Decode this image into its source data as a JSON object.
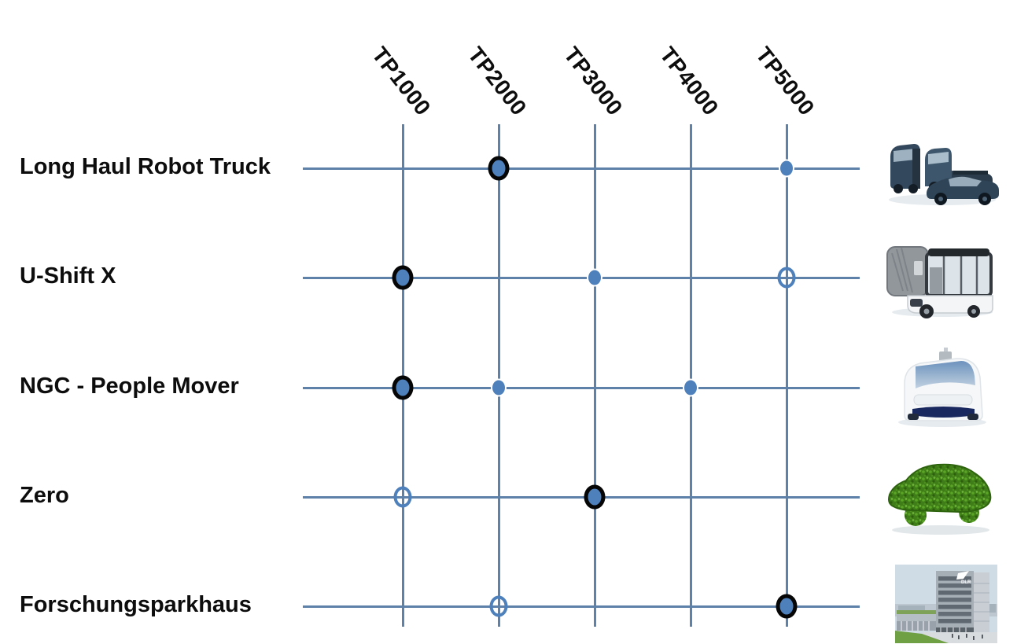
{
  "matrix": {
    "columns": [
      "TP1000",
      "TP2000",
      "TP3000",
      "TP4000",
      "TP5000"
    ],
    "rows": [
      {
        "label": "Long Haul Robot Truck",
        "image": "three-autonomous-truck-concepts",
        "marks": [
          null,
          "ring",
          null,
          null,
          "dot"
        ]
      },
      {
        "label": "U-Shift X",
        "image": "u-shift-modular-vehicle",
        "marks": [
          "ring",
          null,
          "dot",
          null,
          "open"
        ]
      },
      {
        "label": "NGC - People Mover",
        "image": "white-autonomous-people-mover",
        "marks": [
          "ring",
          "dot",
          null,
          "dot",
          null
        ]
      },
      {
        "label": "Zero",
        "image": "green-leaf-covered-car",
        "marks": [
          "open",
          null,
          "ring",
          null,
          null
        ]
      },
      {
        "label": "Forschungsparkhaus",
        "image": "research-parking-garage-rendering",
        "marks": [
          null,
          "open",
          null,
          null,
          "ring"
        ]
      }
    ],
    "mark_legend": {
      "ring": "blue dot with thick black ring",
      "dot": "small solid blue dot",
      "open": "hollow blue circle"
    }
  },
  "images": {
    "parkhaus_logo": "DLR"
  },
  "colors": {
    "accent_blue": "#4e80bc",
    "grid_line": "#5d81a9",
    "ring_border": "#060606",
    "label_text": "#0d0d0d"
  },
  "chart_data": {
    "type": "heatmap",
    "x_categories": [
      "TP1000",
      "TP2000",
      "TP3000",
      "TP4000",
      "TP5000"
    ],
    "y_categories": [
      "Long Haul Robot Truck",
      "U-Shift X",
      "NGC - People Mover",
      "Zero",
      "Forschungsparkhaus"
    ],
    "cells": [
      {
        "row": "Long Haul Robot Truck",
        "col": "TP2000",
        "mark": "ring"
      },
      {
        "row": "Long Haul Robot Truck",
        "col": "TP5000",
        "mark": "dot"
      },
      {
        "row": "U-Shift X",
        "col": "TP1000",
        "mark": "ring"
      },
      {
        "row": "U-Shift X",
        "col": "TP3000",
        "mark": "dot"
      },
      {
        "row": "U-Shift X",
        "col": "TP5000",
        "mark": "open"
      },
      {
        "row": "NGC - People Mover",
        "col": "TP1000",
        "mark": "ring"
      },
      {
        "row": "NGC - People Mover",
        "col": "TP2000",
        "mark": "dot"
      },
      {
        "row": "NGC - People Mover",
        "col": "TP4000",
        "mark": "dot"
      },
      {
        "row": "Zero",
        "col": "TP1000",
        "mark": "open"
      },
      {
        "row": "Zero",
        "col": "TP3000",
        "mark": "ring"
      },
      {
        "row": "Forschungsparkhaus",
        "col": "TP2000",
        "mark": "open"
      },
      {
        "row": "Forschungsparkhaus",
        "col": "TP5000",
        "mark": "ring"
      }
    ],
    "legend_position": "none",
    "grid": true
  }
}
